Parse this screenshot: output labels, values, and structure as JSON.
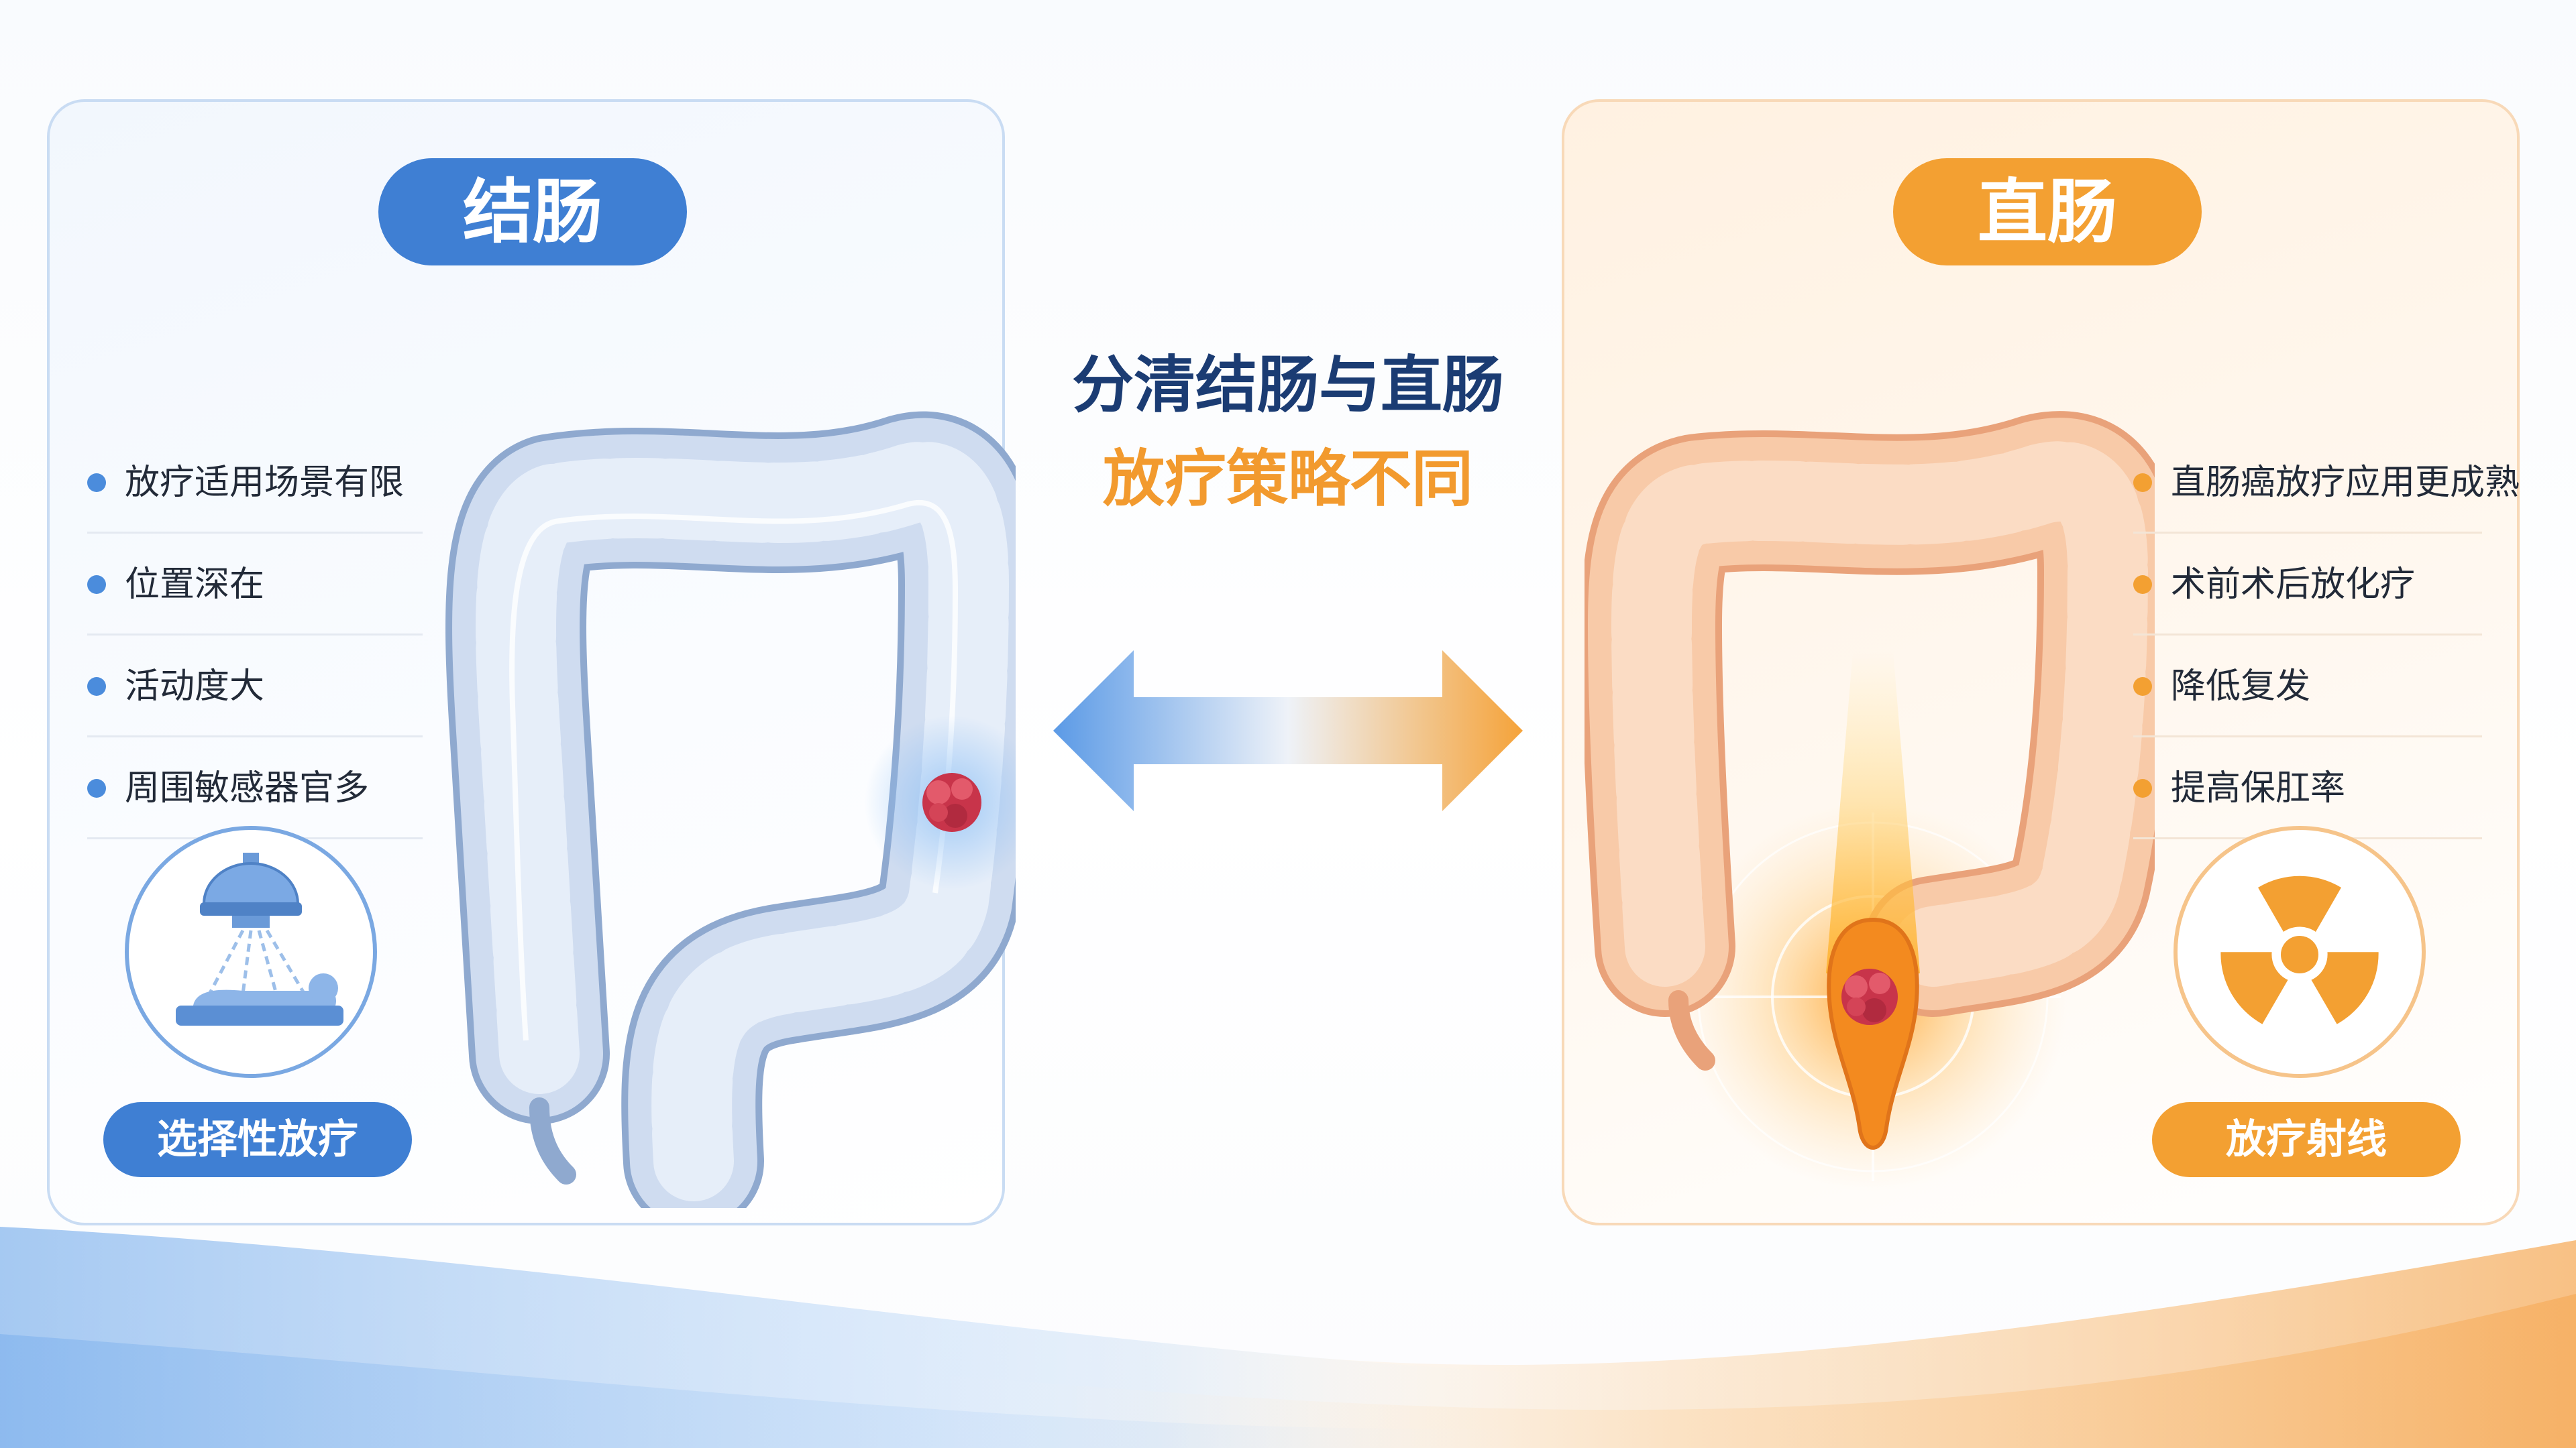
{
  "center": {
    "title_line1": "分清结肠与直肠",
    "title_line2": "放疗策略不同"
  },
  "colon": {
    "title": "结肠",
    "features": [
      "放疗适用场景有限",
      "位置深在",
      "活动度大",
      "周围敏感器官多"
    ],
    "badge": "选择性放疗",
    "icon": "radiotherapy-machine-icon"
  },
  "rectum": {
    "title": "直肠",
    "features": [
      "直肠癌放疗应用更成熟",
      "术前术后放化疗",
      "降低复发",
      "提高保肛率"
    ],
    "badge": "放疗射线",
    "icon": "radiation-trefoil-icon"
  },
  "colors": {
    "blue": "#3f7fd3",
    "orange": "#f3a032",
    "navy": "#1b3c73",
    "tumor": "#c8344a"
  }
}
